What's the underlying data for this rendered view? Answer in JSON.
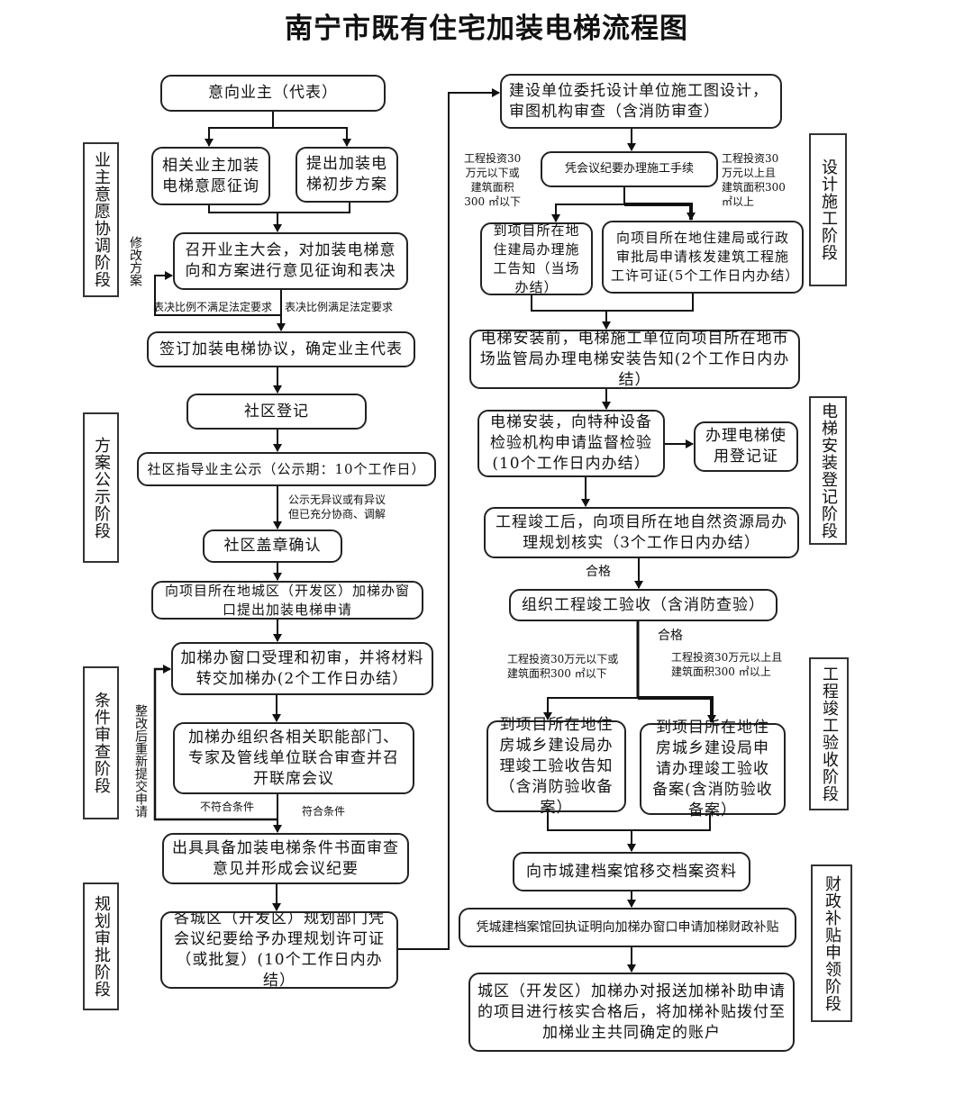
{
  "title": "南宁市既有住宅加装电梯流程图",
  "stages": [
    "业主意愿协调阶段",
    "方案公示阶段",
    "条件审查阶段",
    "规划审批阶段",
    "设计施工阶段",
    "电梯安装登记阶段",
    "工程竣工验收阶段",
    "财政补贴申领阶段"
  ],
  "left_steps": {
    "owners": "意向业主（代表）",
    "consult": "相关业主加装电梯意愿征询",
    "plan": "提出加装电梯初步方案",
    "meeting": "召开业主大会，对加装电梯意向和方案进行意见征询和表决",
    "agreement": "签订加装电梯协议，确定业主代表",
    "register": "社区登记",
    "publicity": "社区指导业主公示（公示期：10个工作日）",
    "stamp": "社区盖章确认",
    "apply": "向项目所在地城区（开发区）加梯办窗口提出加装电梯申请",
    "accept": "加梯办窗口受理和初审，并将材料转交加梯办(2个工作日办结）",
    "joint_review": "加梯办组织各相关职能部门、专家及管线单位联合审查并召开联席会议",
    "opinion": "出具具备加装电梯条件书面审查意见并形成会议纪要",
    "planning_permit": "各城区（开发区）规划部门凭会议纪要给予办理规划许可证（或批复）(10个工作日内办结）"
  },
  "left_labels": {
    "revise_plan": "修改方案",
    "vote_fail": "表决比例不满足法定要求",
    "vote_pass": "表决比例满足法定要求",
    "no_objection": "公示无异议或有异议\n但已充分协商、调解",
    "resubmit": "整改后重新提交申请",
    "not_qualified": "不符合条件",
    "qualified": "符合条件"
  },
  "right_steps": {
    "design": "建设单位委托设计单位施工图设计，审图机构审查（含消防审查）",
    "procedures": "凭会议纪要办理施工手续",
    "notice_small": "到项目所在地住建局办理施工告知（当场办结）",
    "permit_large": "向项目所在地住建局或行政审批局申请核发建筑工程施工许可证(5个工作日内办结）",
    "install_notice": "电梯安装前，电梯施工单位向项目所在地市场监管局办理电梯安装告知(2个工作日内办结）",
    "inspection": "电梯安装，向特种设备检验机构申请监督检验(10个工作日内办结）",
    "use_cert": "办理电梯使用登记证",
    "planning_verify": "工程竣工后，向项目所在地自然资源局办理规划核实（3个工作日内办结）",
    "acceptance": "组织工程竣工验收（含消防查验）",
    "accept_notice": "到项目所在地住房城乡建设局办理竣工验收告知（含消防验收备案）",
    "accept_record": "到项目所在地住房城乡建设局申请办理竣工验收备案(含消防验收备案）",
    "archive": "向市城建档案馆移交档案资料",
    "subsidy_apply": "凭城建档案馆回执证明向加梯办窗口申请加梯财政补贴",
    "subsidy_pay": "城区（开发区）加梯办对报送加梯补助申请的项目进行核实合格后，将加梯补贴拨付至加梯业主共同确定的账户"
  },
  "right_labels": {
    "small_project": "工程投资30\n万元以下或\n建筑面积\n300 ㎡以下",
    "large_project": "工程投资30\n万元以上且\n建筑面积300\n㎡以上",
    "pass1": "合格",
    "pass2": "合格",
    "small_project2": "工程投资30万元以下或\n建筑面积300 ㎡以下",
    "large_project2": "工程投资30万元以上且\n建筑面积300 ㎡以上"
  }
}
